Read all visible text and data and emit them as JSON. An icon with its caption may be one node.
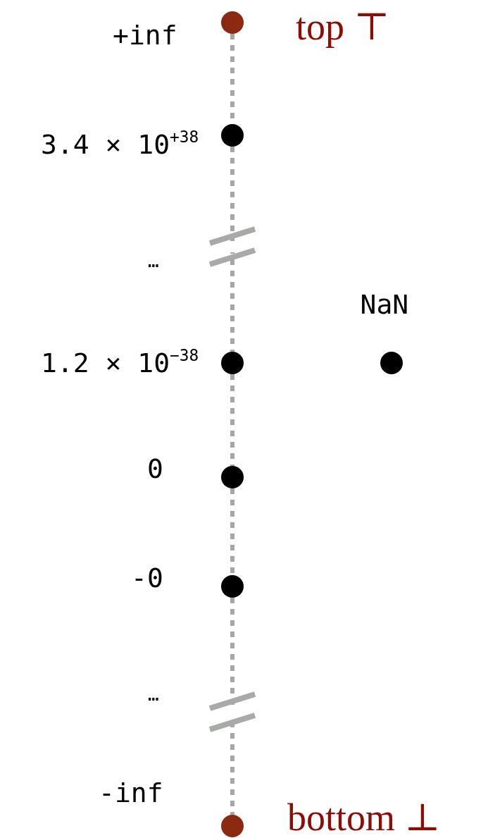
{
  "diagram": {
    "nodes": [
      {
        "text": [],
        "shape": "circle",
        "beside": [
          "+inf",
          "top ⊤"
        ]
      },
      {
        "text": [],
        "shape": "circle",
        "beside": [
          "3.4 × 10$^{+38}$"
        ]
      },
      {
        "text": [],
        "shape": "circle",
        "beside": [
          "1.2 × 10$^{−38}$"
        ]
      },
      {
        "text": [],
        "shape": "circle",
        "beside": [
          "NaN"
        ]
      },
      {
        "text": [],
        "shape": "circle",
        "beside": [
          "0"
        ]
      },
      {
        "text": [],
        "shape": "circle",
        "beside": [
          "-0"
        ]
      },
      {
        "text": [],
        "shape": "circle",
        "beside": [
          "-inf",
          "bottom ⊥"
        ]
      }
    ],
    "edges": [
      {
        "from": 0,
        "to": 1,
        "arrow": "none"
      },
      {
        "from": 1,
        "to": 2,
        "arrow": "none"
      },
      {
        "from": 2,
        "to": 4,
        "arrow": "none"
      },
      {
        "from": 4,
        "to": 5,
        "arrow": "none"
      },
      {
        "from": 5,
        "to": 6,
        "arrow": "none"
      }
    ],
    "labels": [
      "…",
      "…"
    ]
  }
}
